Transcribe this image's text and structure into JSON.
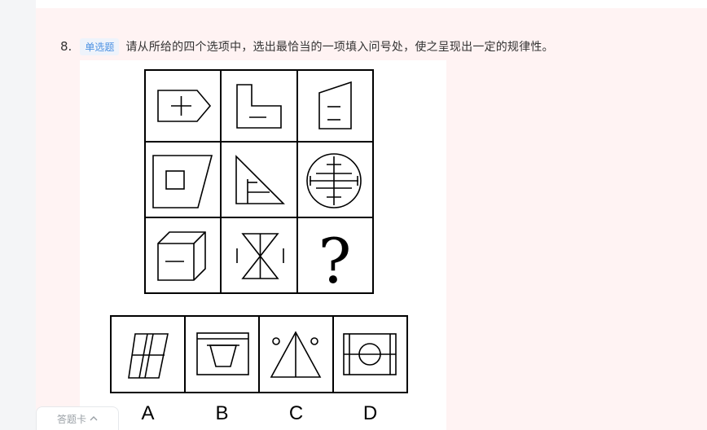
{
  "question": {
    "number": "8.",
    "type_tag": "单选题",
    "text": "请从所给的四个选项中，选出最恰当的一项填入问号处，使之呈现出一定的规律性。"
  },
  "puzzle": {
    "question_mark": "?",
    "options": [
      "A",
      "B",
      "C",
      "D"
    ]
  },
  "footer": {
    "answer_card_label": "答题卡",
    "chevron": "chevron-up-icon"
  }
}
